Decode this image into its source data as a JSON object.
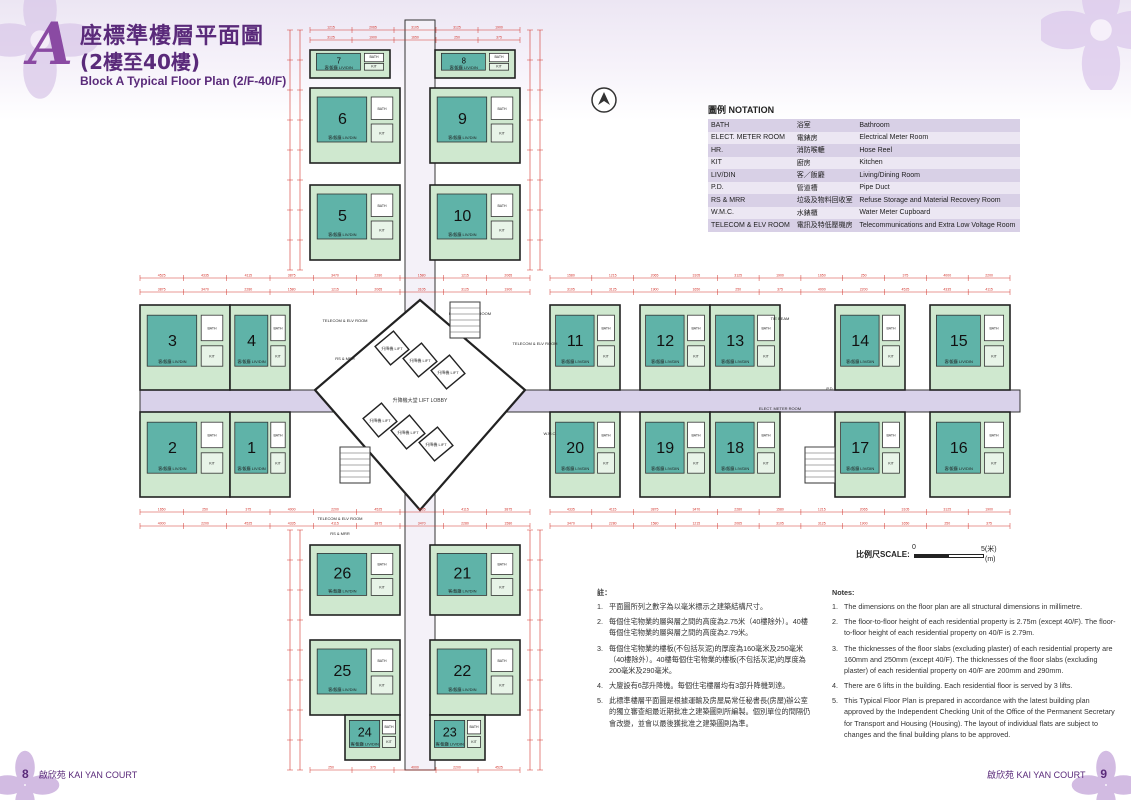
{
  "header": {
    "block_letter": "A",
    "title_zh_line1": "座標準樓層平面圖",
    "title_zh_line2": "(2樓至40樓)",
    "title_en": "Block A Typical Floor Plan (2/F-40/F)"
  },
  "plan": {
    "units": [
      "1",
      "2",
      "3",
      "4",
      "5",
      "6",
      "7",
      "8",
      "9",
      "10",
      "11",
      "12",
      "13",
      "14",
      "15",
      "16",
      "17",
      "18",
      "19",
      "20",
      "21",
      "22",
      "23",
      "24",
      "25",
      "26"
    ],
    "room_label": "客/飯廳 LIV/DIN",
    "lift_lobby": "升降機大堂 LIFT LOBBY",
    "lift_label": "升降機 LIFT",
    "elect_meter_room": "ELECT. METER ROOM",
    "telecom_room": "TELECOM & ELV ROOM",
    "rs_mrr": "RS & MRR",
    "wmc": "W.M.C.",
    "pd": "P.D.",
    "tie_beam": "TIE BEAM",
    "bath": "BATH",
    "kit": "KIT",
    "dim_samples": [
      "4525",
      "4335",
      "4115",
      "3875",
      "3470",
      "2280",
      "1580",
      "1215",
      "2065",
      "3105",
      "3125",
      "1900",
      "1650",
      "250",
      "375",
      "4000",
      "2200"
    ]
  },
  "legend": {
    "title": "圖例 NOTATION",
    "rows": [
      {
        "abbr": "BATH",
        "zh": "浴室",
        "en": "Bathroom"
      },
      {
        "abbr": "ELECT. METER ROOM",
        "zh": "電錶房",
        "en": "Electrical Meter Room"
      },
      {
        "abbr": "HR.",
        "zh": "消防喉轆",
        "en": "Hose Reel"
      },
      {
        "abbr": "KIT",
        "zh": "廚房",
        "en": "Kitchen"
      },
      {
        "abbr": "LIV/DIN",
        "zh": "客／飯廳",
        "en": "Living/Dining Room"
      },
      {
        "abbr": "P.D.",
        "zh": "管道槽",
        "en": "Pipe Duct"
      },
      {
        "abbr": "RS & MRR",
        "zh": "垃圾及物料回收室",
        "en": "Refuse Storage and Material Recovery Room"
      },
      {
        "abbr": "W.M.C.",
        "zh": "水錶櫃",
        "en": "Water Meter Cupboard"
      },
      {
        "abbr": "TELECOM & ELV ROOM",
        "zh": "電訊及特低壓機房",
        "en": "Telecommunications and Extra Low Voltage Room"
      }
    ]
  },
  "scale": {
    "label": "比例尺SCALE:",
    "zero": "0",
    "five": "5(米)",
    "unit": "(m)"
  },
  "notes_zh": {
    "heading": "註：",
    "items": [
      {
        "n": "1.",
        "text": "平面圖所列之數字為以毫米標示之建築結構尺寸。"
      },
      {
        "n": "2.",
        "text": "每個住宅物業的層與層之間的高度為2.75米（40樓除外）。40樓每個住宅物業的層與層之間的高度為2.79米。"
      },
      {
        "n": "3.",
        "text": "每個住宅物業的樓板(不包括灰泥)的厚度為160毫米及250毫米（40樓除外）。40樓每個住宅物業的樓板(不包括灰泥)的厚度為200毫米及290毫米。"
      },
      {
        "n": "4.",
        "text": "大廈設有6部升降機。每個住宅樓層均有3部升降機到達。"
      },
      {
        "n": "5.",
        "text": "此標準樓層平面圖是根據運輸及房屋局常任秘書長(房屋)辦公室的獨立審查組最近期批准之建築圖則所編製。個別單位的間隔仍會改變，並會以最後獲批准之建築圖則為準。"
      }
    ]
  },
  "notes_en": {
    "heading": "Notes:",
    "items": [
      {
        "n": "1.",
        "text": "The dimensions on the floor plan are all structural dimensions in millimetre."
      },
      {
        "n": "2.",
        "text": "The floor-to-floor height of each residential property is 2.75m (except 40/F). The floor-to-floor height of each residential property on 40/F is 2.79m."
      },
      {
        "n": "3.",
        "text": "The thicknesses of the floor slabs (excluding plaster) of each residential property are 160mm and 250mm (except 40/F). The thicknesses of the floor slabs (excluding plaster) of each residential property on 40/F are 200mm and 290mm."
      },
      {
        "n": "4.",
        "text": "There are 6 lifts in the building. Each residential floor is served by 3 lifts."
      },
      {
        "n": "5.",
        "text": "This Typical Floor Plan is prepared in accordance with the latest building plan approved by the Independent Checking Unit of the Office of the Permanent Secretary for Transport and Housing (Housing). The layout of individual flats are subject to changes and the final building plans to be approved."
      }
    ]
  },
  "footer": {
    "left_page": "8",
    "left_name": "啟欣苑 KAI YAN COURT",
    "right_name": "啟欣苑 KAI YAN COURT",
    "right_page": "9"
  },
  "colors": {
    "brand_purple": "#5a2a7a",
    "accent_purple": "#8a4aa3",
    "room_teal": "#5fb3a8",
    "room_light_green": "#cfe8cf",
    "dim_red": "#d2342c",
    "corridor_lavender": "#d9d2ea",
    "legend_row_dark": "#d8d0e6",
    "legend_row_light": "#ece7f3"
  }
}
